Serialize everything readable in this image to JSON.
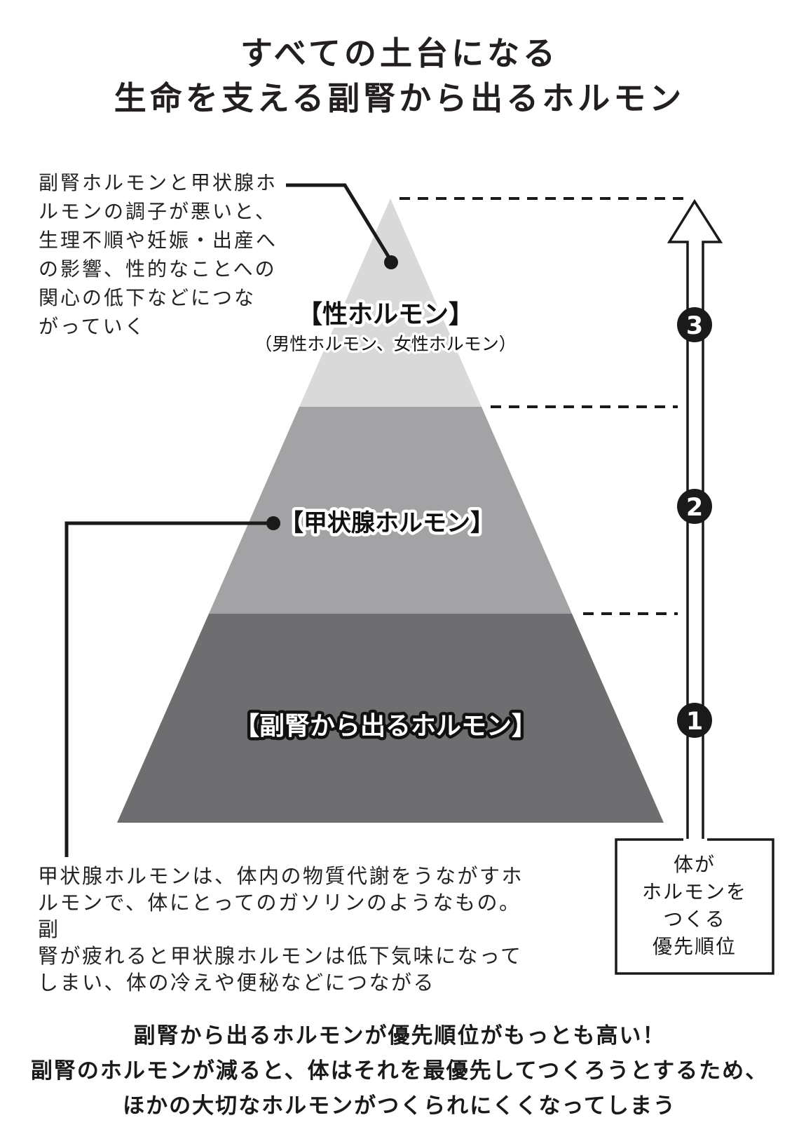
{
  "title": {
    "text": "すべての土台になる\n生命を支える副腎から出るホルモン"
  },
  "annotations": {
    "sex_hormone_note": "副腎ホルモンと甲状腺ホ\nルモンの調子が悪いと、\n生理不順や妊娠・出産へ\nの影響、性的なことへの\n関心の低下などにつな\nがっていく",
    "thyroid_note": "甲状腺ホルモンは、体内の物質代謝をうながすホ\nルモンで、体にとってのガソリンのようなもの。副\n腎が疲れると甲状腺ホルモンは低下気味になって\nしまい、体の冷えや便秘などにつながる"
  },
  "pyramid": {
    "levels": [
      {
        "rank": "3",
        "label": "【性ホルモン】",
        "sublabel": "（男性ホルモン、女性ホルモン）",
        "color": "#d9d9d9"
      },
      {
        "rank": "2",
        "label": "【甲状腺ホルモン】",
        "color": "#a3a3a5"
      },
      {
        "rank": "1",
        "label": "【副腎から出るホルモン】",
        "color": "#6e6e70"
      }
    ]
  },
  "priority_box": {
    "text": "体が\nホルモンを\nつくる\n優先順位"
  },
  "footer": {
    "text": "副腎から出るホルモンが優先順位がもっとも高い！\n副腎のホルモンが減ると、体はそれを最優先してつくろうとするため、\nほかの大切なホルモンがつくられにくくなってしまう"
  },
  "colors": {
    "ink": "#1a1a1a",
    "background": "#ffffff"
  }
}
